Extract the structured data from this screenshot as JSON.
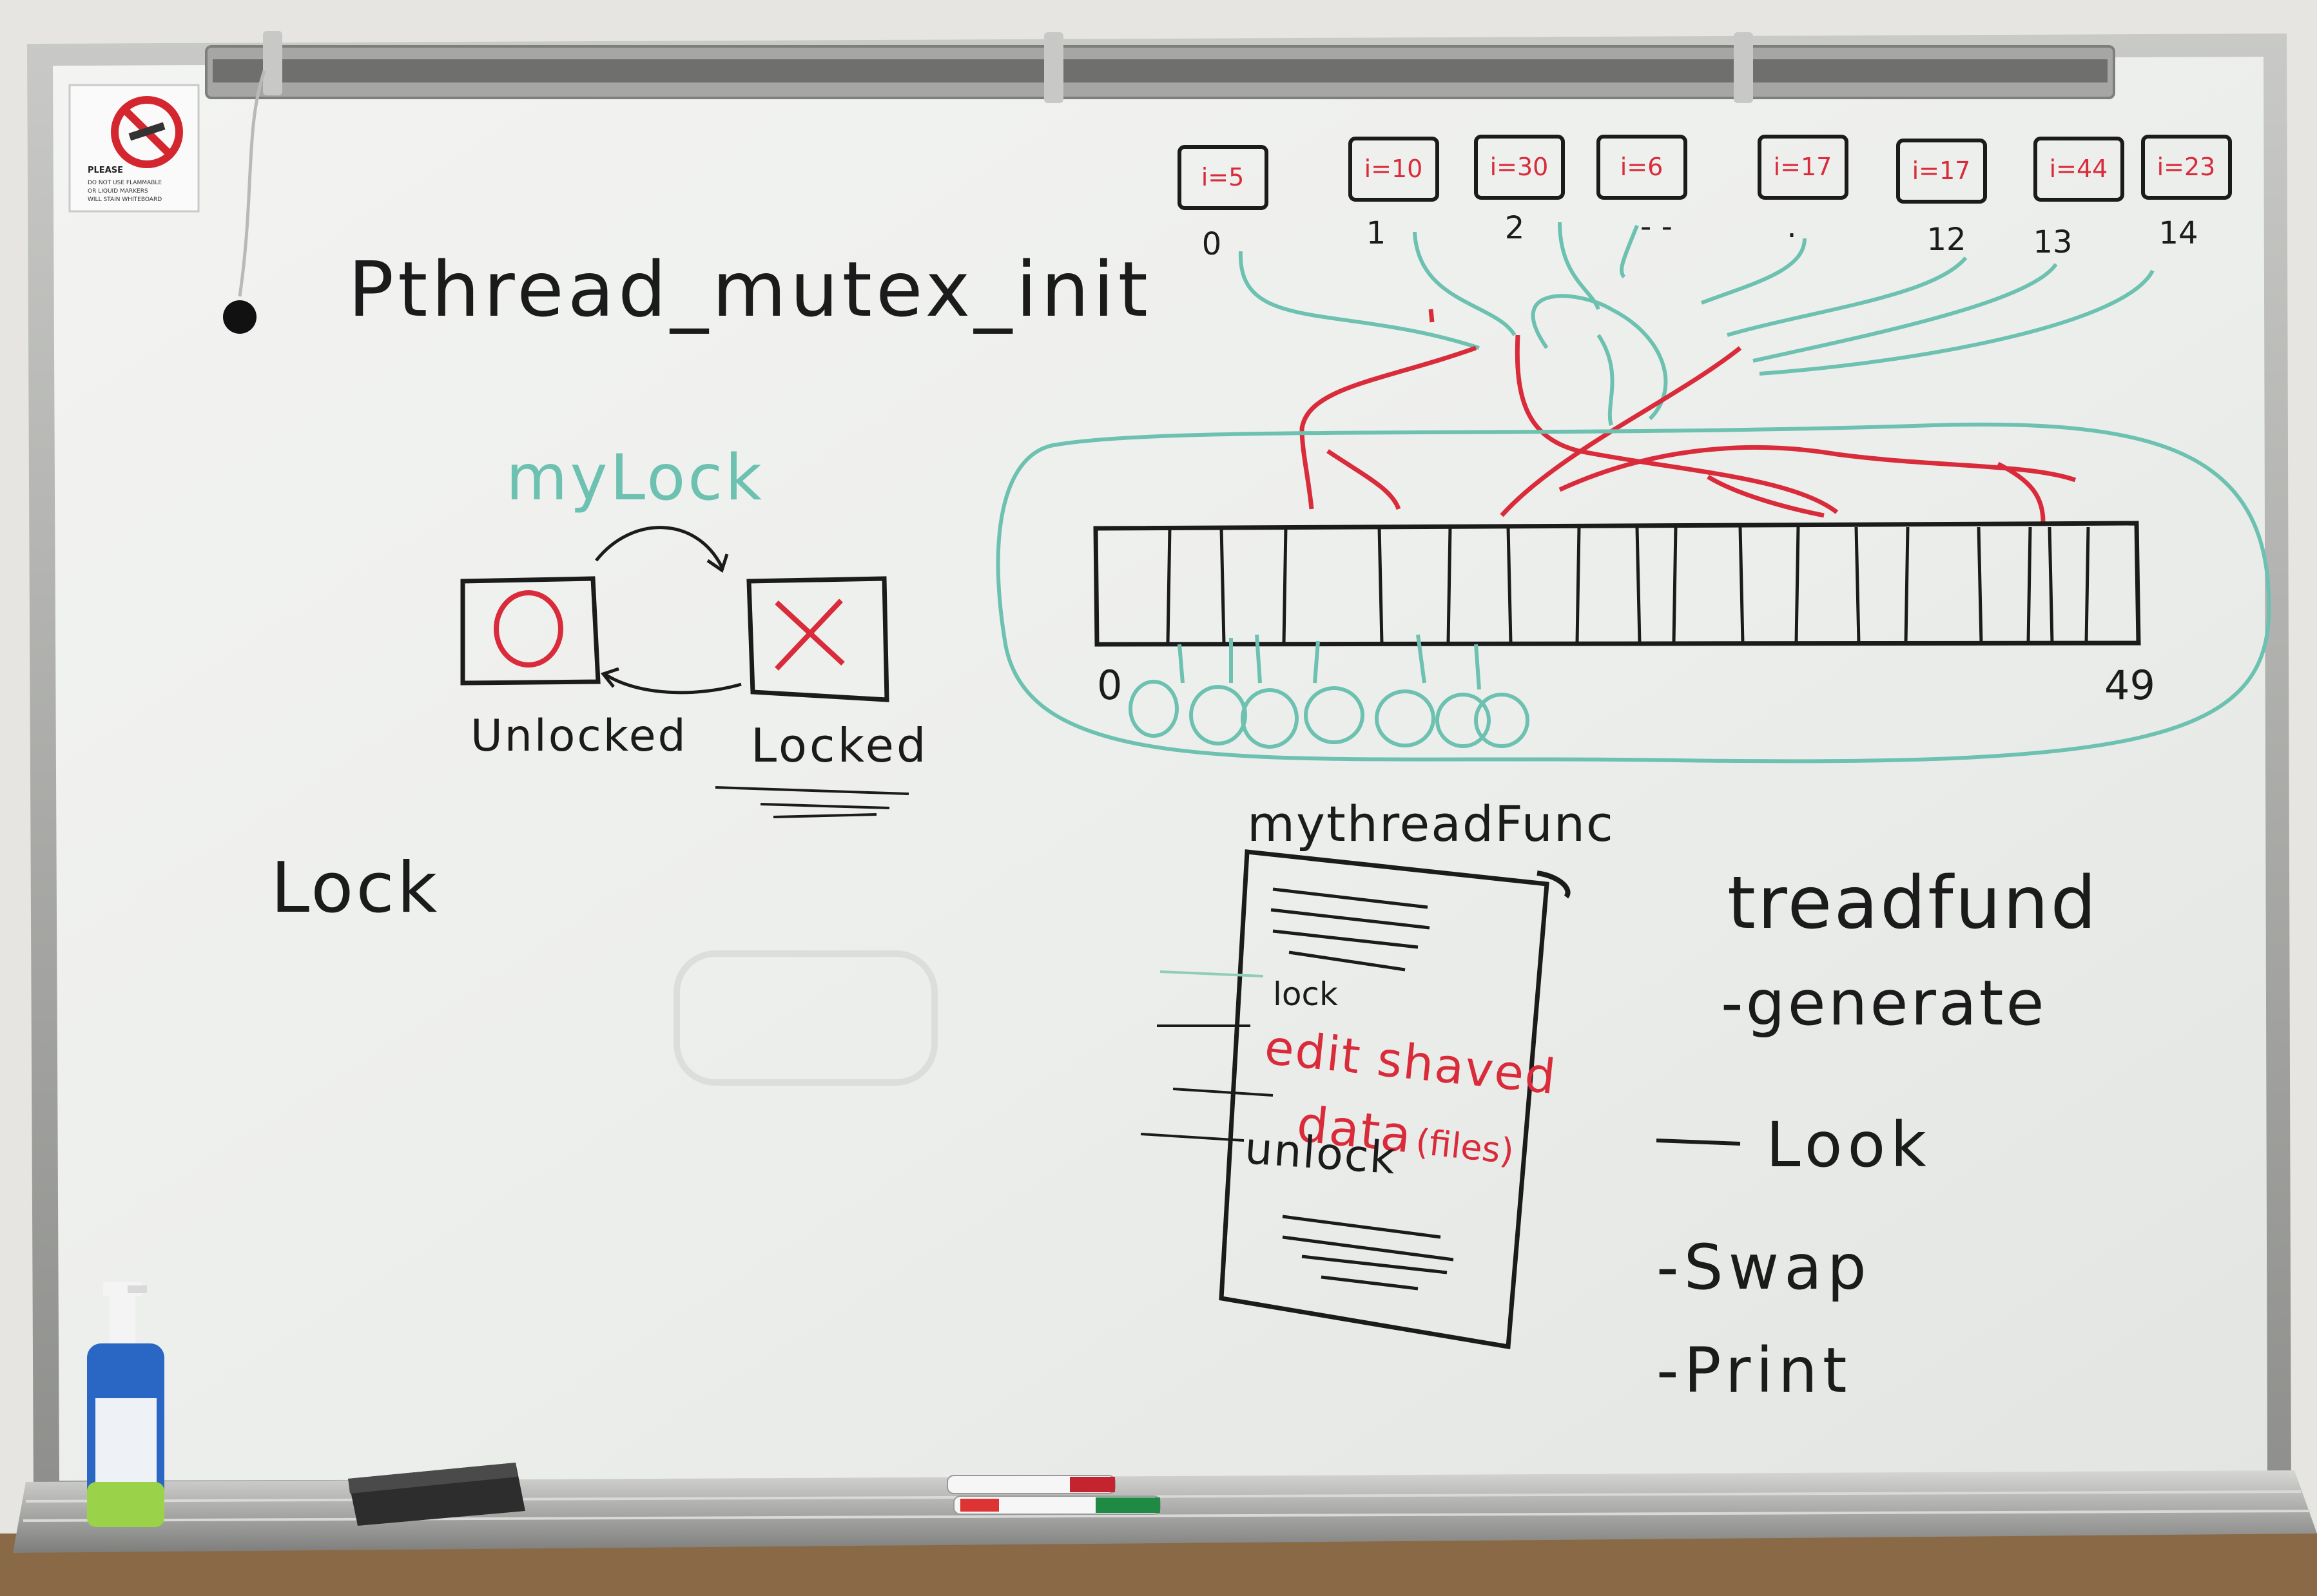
{
  "sign": {
    "heading": "PLEASE",
    "lines": [
      "DO NOT USE FLAMMABLE",
      "OR LIQUID MARKERS",
      "WILL STAIN WHITEBOARD"
    ]
  },
  "board": {
    "title": "Pthread_mutex_init",
    "lock_label": "myLock",
    "state_unlocked": "Unlocked",
    "state_locked": "Locked",
    "lock_word": "Lock",
    "array_start": "0",
    "array_end": "49",
    "threads": [
      {
        "label": "i=5",
        "index": "0"
      },
      {
        "label": "i=10",
        "index": "1"
      },
      {
        "label": "i=30",
        "index": "2"
      },
      {
        "label": "i=6",
        "index": "- -"
      },
      {
        "label": "i=17",
        "index": "."
      },
      {
        "label": "i=17",
        "index": "12"
      },
      {
        "label": "i=44",
        "index": "13"
      },
      {
        "label": "i=23",
        "index": "14"
      }
    ],
    "func_title": "mythreadFunc",
    "func_lock": "lock",
    "func_edit": "edit shaved",
    "func_data": "data",
    "func_files": "(files)",
    "func_unlock": "unlock",
    "steps_title": "treadfund",
    "steps": [
      "-generate",
      "Look",
      "-Swap",
      "-Print"
    ]
  },
  "colors": {
    "black_marker": "#1b1b1b",
    "red_marker": "#d92b3a",
    "teal_marker": "#6cc1b0",
    "frame": "#a8a9a6",
    "board": "#eef0ee"
  }
}
